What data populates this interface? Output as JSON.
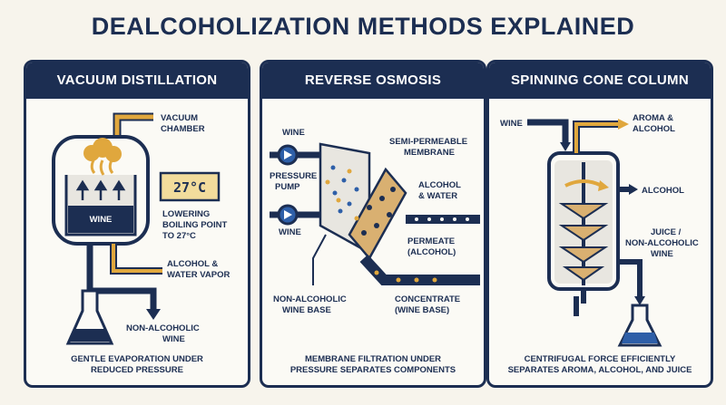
{
  "title": "DEALCOHOLIZATION METHODS EXPLAINED",
  "colors": {
    "navy": "#1c2e52",
    "gold": "#e0a73d",
    "tan": "#d9b071",
    "light": "#fbfaf5",
    "dot_blue": "#2e5fa8"
  },
  "panels": [
    {
      "heading": "VACUUM DISTILLATION",
      "labels": {
        "chamber_1": "VACUUM",
        "chamber_2": "CHAMBER",
        "temp": "27°C",
        "lowering_1": "LOWERING",
        "lowering_2": "BOILING POINT",
        "lowering_3": "TO 27°C",
        "wine": "WINE",
        "vapor_1": "ALCOHOL &",
        "vapor_2": "WATER VAPOR",
        "nonalc_1": "NON-ALCOHOLIC",
        "nonalc_2": "WINE"
      },
      "caption_1": "GENTLE EVAPORATION UNDER",
      "caption_2": "REDUCED PRESSURE"
    },
    {
      "heading": "REVERSE OSMOSIS",
      "labels": {
        "wine_top": "WINE",
        "pressure_1": "PRESSURE",
        "pressure_2": "PUMP",
        "wine_bottom": "WINE",
        "membrane_1": "SEMI-PERMEABLE",
        "membrane_2": "MEMBRANE",
        "alcwater_1": "ALCOHOL",
        "alcwater_2": "& WATER",
        "permeate_1": "PERMEATE",
        "permeate_2": "(ALCOHOL)",
        "base_1": "NON-ALCOHOLIC",
        "base_2": "WINE BASE",
        "conc_1": "CONCENTRATE",
        "conc_2": "(WINE BASE)"
      },
      "caption_1": "MEMBRANE FILTRATION UNDER",
      "caption_2": "PRESSURE SEPARATES COMPONENTS"
    },
    {
      "heading": "SPINNING CONE COLUMN",
      "labels": {
        "wine": "WINE",
        "aroma_1": "AROMA &",
        "aroma_2": "ALCOHOL",
        "alcohol": "ALCOHOL",
        "juice_1": "JUICE /",
        "juice_2": "NON-ALCOHOLIC",
        "juice_3": "WINE"
      },
      "caption_1": "CENTRIFUGAL FORCE EFFICIENTLY",
      "caption_2": "SEPARATES AROMA, ALCOHOL, AND JUICE"
    }
  ]
}
